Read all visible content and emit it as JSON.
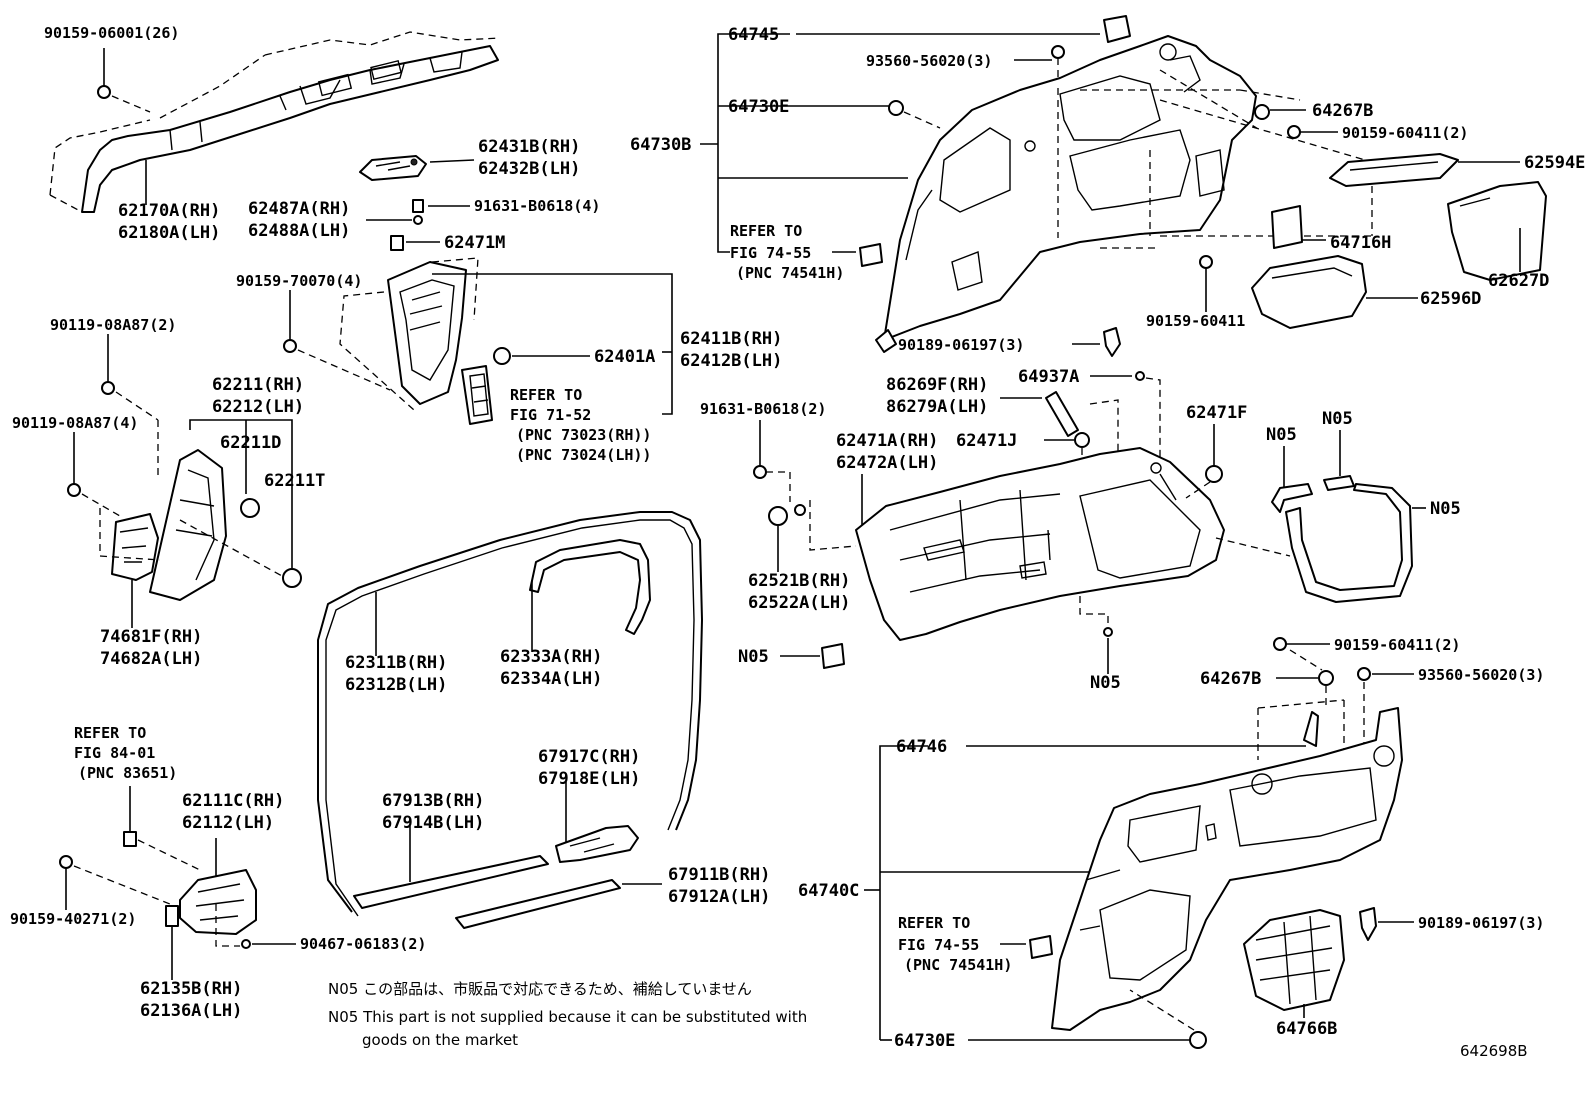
{
  "labels": {
    "p90159_06001": "90159-06001(26)",
    "p62170A": "62170A(RH)",
    "p62180A": "62180A(LH)",
    "p62431B": "62431B(RH)",
    "p62432B": "62432B(LH)",
    "p62487A": "62487A(RH)",
    "p62488A": "62488A(LH)",
    "p91631_B0618_4": "91631-B0618(4)",
    "p62471M": "62471M",
    "p90159_70070": "90159-70070(4)",
    "p62401A": "62401A",
    "p62411B": "62411B(RH)",
    "p62412B": "62412B(LH)",
    "p90119_08A87_2": "90119-08A87(2)",
    "p62211": "62211(RH)",
    "p62212": "62212(LH)",
    "p62211D": "62211D",
    "p62211T": "62211T",
    "p90119_08A87_4": "90119-08A87(4)",
    "p74681F": "74681F(RH)",
    "p74682A": "74682A(LH)",
    "p62311B": "62311B(RH)",
    "p62312B": "62312B(LH)",
    "p62333A": "62333A(RH)",
    "p62334A": "62334A(LH)",
    "p67917C": "67917C(RH)",
    "p67918E": "67918E(LH)",
    "p67913B": "67913B(RH)",
    "p67914B": "67914B(LH)",
    "p67911B": "67911B(RH)",
    "p67912A": "67912A(LH)",
    "p62111C": "62111C(RH)",
    "p62112": "62112(LH)",
    "p90159_40271": "90159-40271(2)",
    "p90467_06183": "90467-06183(2)",
    "p62135B": "62135B(RH)",
    "p62136A": "62136A(LH)",
    "p64745": "64745",
    "p93560_56020_top": "93560-56020(3)",
    "p64730E_top": "64730E",
    "p64730B": "64730B",
    "p64267B_top": "64267B",
    "p90159_60411_top": "90159-60411(2)",
    "p62594E": "62594E",
    "p64716H": "64716H",
    "p62627D": "62627D",
    "p62596D": "62596D",
    "p90159_60411_mid": "90159-60411",
    "p90189_06197_top": "90189-06197(3)",
    "p86269F": "86269F(RH)",
    "p86279A": "86279A(LH)",
    "p64937A": "64937A",
    "p91631_B0618_2": "91631-B0618(2)",
    "p62471F": "62471F",
    "pN05_a": "N05",
    "pN05_b": "N05",
    "pN05_c": "N05",
    "p62471A": "62471A(RH)",
    "p62471J": "62471J",
    "p62472A": "62472A(LH)",
    "p62521B": "62521B(RH)",
    "p62522A": "62522A(LH)",
    "pN05_d": "N05",
    "pN05_e": "N05",
    "p90159_60411_bot": "90159-60411(2)",
    "p64267B_bot": "64267B",
    "p93560_56020_bot": "93560-56020(3)",
    "p64746": "64746",
    "p64740C": "64740C",
    "p90189_06197_bot": "90189-06197(3)",
    "p64766B": "64766B",
    "p64730E_bot": "64730E"
  },
  "refs": {
    "fig71": [
      "REFER TO",
      "FIG 71-52",
      "(PNC 73023(RH))",
      "(PNC 73024(LH))"
    ],
    "fig74_top": [
      "REFER TO",
      "FIG 74-55",
      "(PNC 74541H)"
    ],
    "fig84": [
      "REFER TO",
      "FIG 84-01",
      "(PNC 83651)"
    ],
    "fig74_bot": [
      "REFER TO",
      "FIG 74-55",
      "(PNC 74541H)"
    ]
  },
  "notes": {
    "jp": "N05 この部品は、市販品で対応できるため、補給していません",
    "en_line1": "N05 This part is not supplied because it can be substituted with",
    "en_line2": "goods on the market"
  },
  "diagram_id": "642698B"
}
